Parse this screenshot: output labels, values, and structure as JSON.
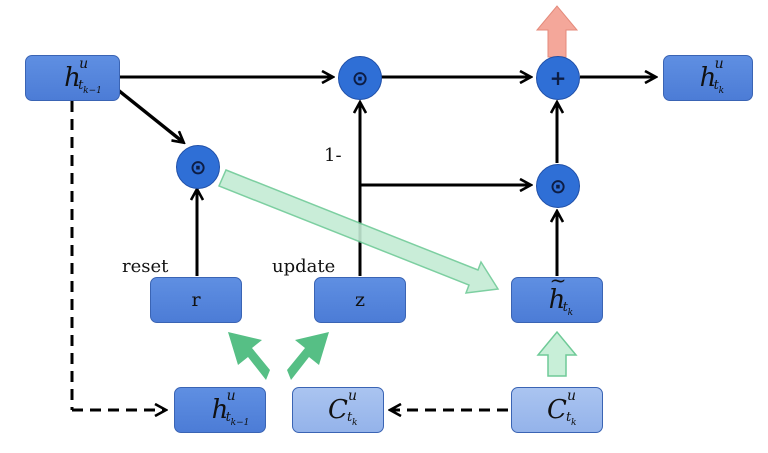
{
  "boxes": {
    "h_prev_top": {
      "base": "h",
      "sup": "u",
      "sub": "t",
      "subsub": "k−1"
    },
    "h_out": {
      "base": "h",
      "sup": "u",
      "sub": "t",
      "subsub": "k"
    },
    "h_tilde": {
      "base": "h",
      "tilde": "~",
      "sub": "t",
      "subsub": "k"
    },
    "r_box": {
      "text": "r"
    },
    "z_box": {
      "text": "z"
    },
    "h_prev_bottom": {
      "base": "h",
      "sup": "u",
      "sub": "t",
      "subsub": "k−1"
    },
    "c_mid": {
      "base": "C",
      "sup": "u",
      "sub": "t",
      "subsub": "k"
    },
    "c_right": {
      "base": "C",
      "sup": "u",
      "sub": "t",
      "subsub": "k"
    }
  },
  "nodes": {
    "mult_top": "⊙",
    "plus": "+",
    "mult_left": "⊙",
    "mult_right": "⊙"
  },
  "labels": {
    "one_minus": "1-",
    "reset": "reset",
    "update": "update"
  },
  "colors": {
    "box_dark": "#5a8ae0",
    "box_light": "#a3bfee",
    "node": "#2f6fd6",
    "green_arrow": "#7fd6a6",
    "red_arrow": "#f4a79a"
  }
}
